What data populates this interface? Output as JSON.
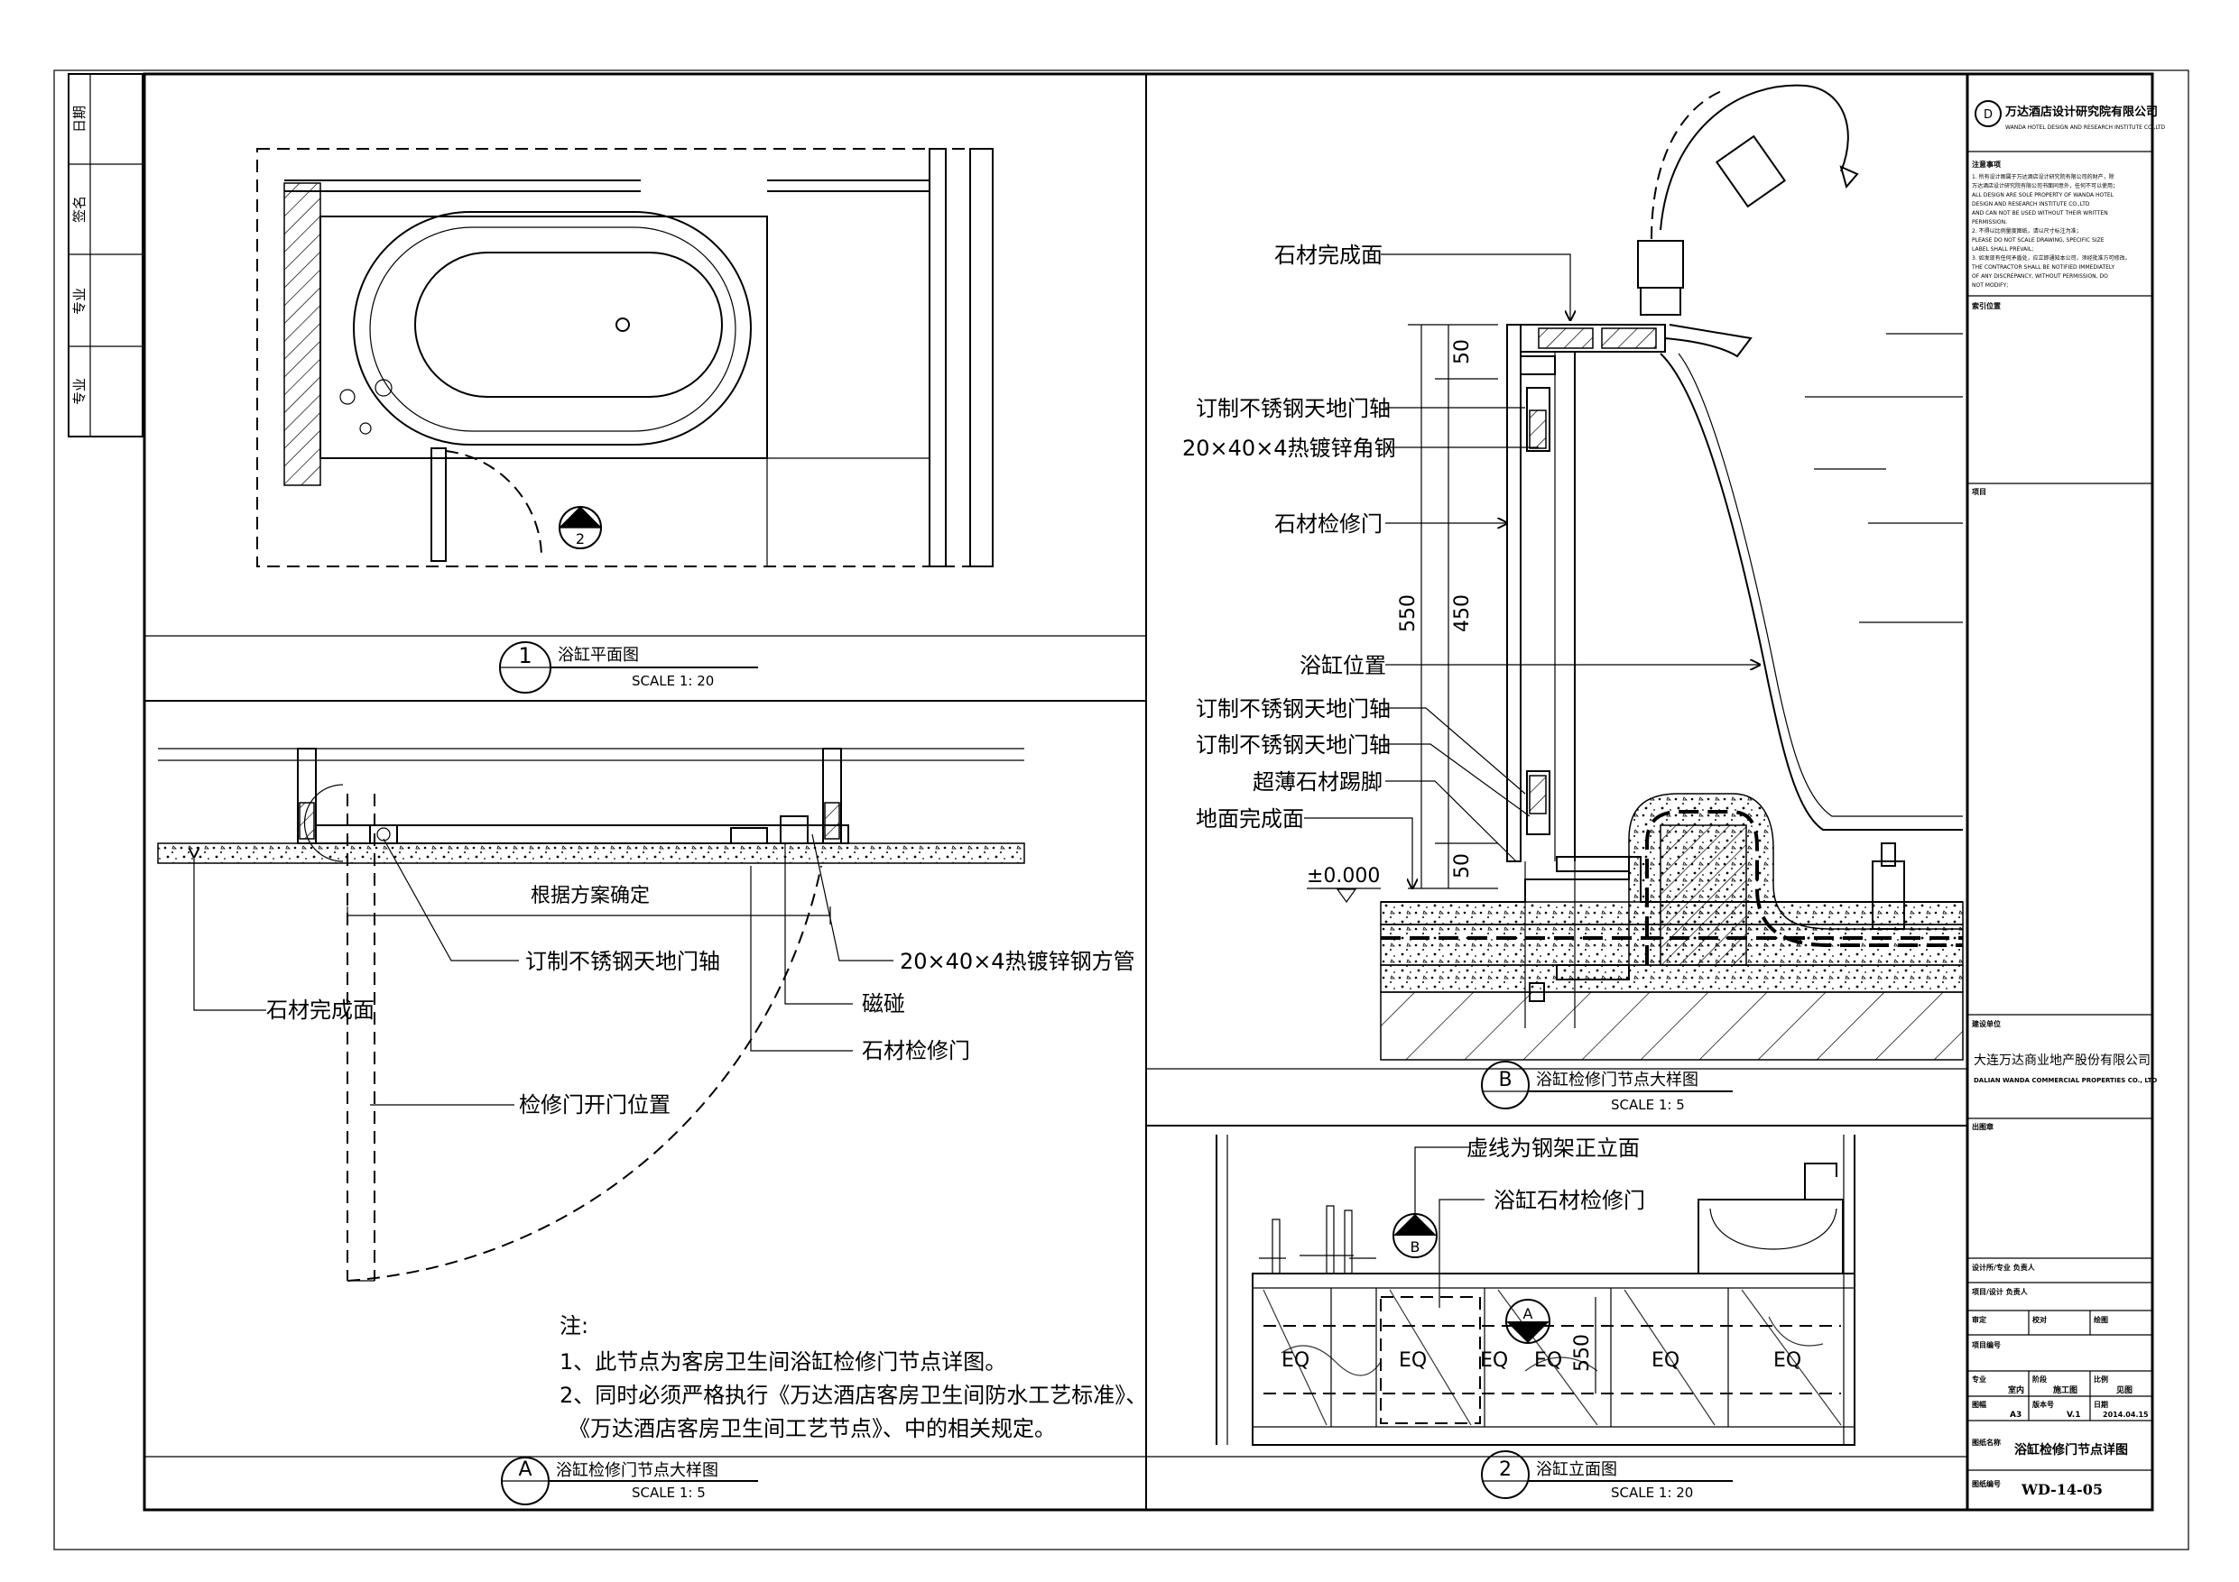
{
  "left_strip": {
    "labels": [
      "日期",
      "签名",
      "专业",
      "专业"
    ]
  },
  "views": {
    "plan": {
      "number": "1",
      "title": "浴缸平面图",
      "scale": "SCALE 1: 20",
      "marker": "2"
    },
    "detail_a": {
      "number": "A",
      "title": "浴缸检修门节点大样图",
      "scale": "SCALE 1: 5",
      "labels": {
        "dimension": "根据方案确定",
        "pivot": "订制不锈钢天地门轴",
        "steel_tube": "20×40×4热镀锌钢方管",
        "stone_finish": "石材完成面",
        "magnet": "磁碰",
        "stone_door": "石材检修门",
        "door_open": "检修门开门位置"
      }
    },
    "detail_b": {
      "number": "B",
      "title": "浴缸检修门节点大样图",
      "scale": "SCALE 1: 5",
      "labels": {
        "stone_finish": "石材完成面",
        "pivot_1": "订制不锈钢天地门轴",
        "angle_steel": "20×40×4热镀锌角钢",
        "stone_door": "石材检修门",
        "tub_pos": "浴缸位置",
        "pivot_2": "订制不锈钢天地门轴",
        "pivot_3": "订制不锈钢天地门轴",
        "skirting": "超薄石材踢脚",
        "floor_finish": "地面完成面",
        "level": "±0.000"
      },
      "dims": [
        "50",
        "550",
        "450",
        "50"
      ]
    },
    "elevation": {
      "number": "2",
      "title": "浴缸立面图",
      "scale": "SCALE 1: 20",
      "labels": {
        "dashed_note": "虚线为钢架正立面",
        "stone_door": "浴缸石材检修门"
      },
      "eq": [
        "EQ",
        "EQ",
        "EQ",
        "EQ",
        "EQ",
        "EQ"
      ],
      "dim": "550",
      "marker_b": "B",
      "marker_a": "A"
    }
  },
  "notes": {
    "heading": "注:",
    "lines": [
      "1、此节点为客房卫生间浴缸检修门节点详图。",
      "2、同时必须严格执行《万达酒店客房卫生间防水工艺标准》、",
      "《万达酒店客房卫生间工艺节点》、中的相关规定。"
    ]
  },
  "title_block": {
    "company": "万达酒店设计研究院有限公司",
    "company_en": "WANDA HOTEL DESIGN AND RESEARCH INSTITUTE CO.,LTD",
    "notice_title": "注意事项",
    "notice_lines": [
      "1. 所有设计图属于万达酒店设计研究院有限公司的财产，除",
      "万达酒店设计研究院有限公司书面同意外，任何不可以使用；",
      "ALL DESIGN ARE SOLE PROPERTY OF WANDA HOTEL",
      "DESIGN AND RESEARCH INSTITUTE CO.,LTD",
      "AND CAN NOT BE USED WITHOUT THEIR WRITTEN",
      "PERMISSION.",
      "2. 不得以比例量度图纸，请以尺寸标注为准；",
      "PLEASE DO NOT SCALE DRAWING, SPECIFIC SIZE",
      "LABEL SHALL PREVAIL;",
      "3. 如发现有任何矛盾处，应立即通知本公司，须经批准方可修改。",
      "THE CONTRACTOR SHALL BE NOTIFIED IMMEDIATELY",
      "OF ANY DISCREPANCY, WITHOUT PERMISSION, DO",
      "NOT MODIFY;"
    ],
    "key_plan": "索引位置",
    "project": "项目",
    "client_label": "建设单位",
    "client": "大连万达商业地产股份有限公司",
    "client_en": "DALIAN WANDA COMMERCIAL PROPERTIES CO., LTD",
    "stamp": "出图章",
    "design_director": "设计所/专业 负责人",
    "project_designer": "项目/设计 负责人",
    "review": "审定",
    "check": "校对",
    "draw": "绘图",
    "proj_no": "项目编号",
    "discipline_label": "专业",
    "discipline": "室内",
    "phase_label": "阶段",
    "phase": "施工图",
    "ratio_label": "比例",
    "ratio": "见图",
    "size_label": "图幅",
    "size": "A3",
    "version_label": "版本号",
    "version": "V.1",
    "date_label": "日期",
    "date": "2014.04.15",
    "drawing_name_label": "图纸名称",
    "drawing_name": "浴缸检修门节点详图",
    "drawing_no_label": "图纸编号",
    "drawing_no": "WD-14-05"
  }
}
